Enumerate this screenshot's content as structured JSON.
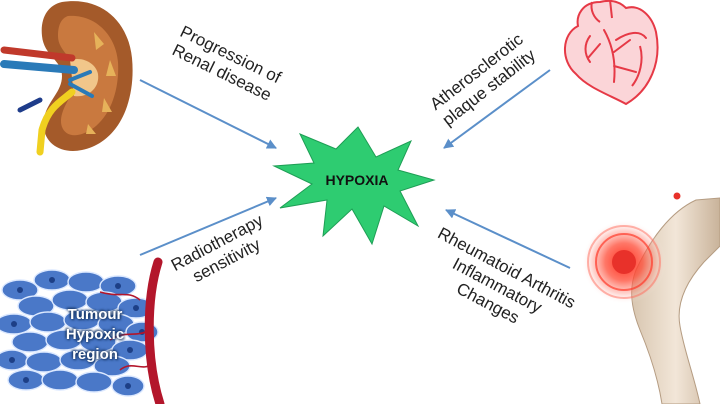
{
  "center": {
    "label": "HYPOXIA",
    "color": "#2ecc71"
  },
  "branches": {
    "renal": {
      "lines": [
        "Progression of",
        "Renal disease"
      ]
    },
    "atherosclerotic": {
      "lines": [
        "Atherosclerotic",
        "plaque stability"
      ]
    },
    "radiotherapy": {
      "lines": [
        "Radiotherapy",
        "sensitivity"
      ]
    },
    "rheumatoid": {
      "lines": [
        "Rheumatoid Arthritis",
        "Inflammatory",
        "Changes"
      ]
    }
  },
  "tumour": {
    "lines": [
      "Tumour",
      "Hypoxic",
      "region"
    ]
  },
  "colors": {
    "arrow": "#5b8fc9",
    "kidney": "#a45a2a",
    "heart": "#e63946",
    "tumour_cells": "#4a78c8",
    "vessel": "#b3162b",
    "knee_glow": "#e8312a"
  },
  "icons": [
    "kidney-icon",
    "heart-icon",
    "tumour-cells-icon",
    "knee-joint-icon"
  ]
}
